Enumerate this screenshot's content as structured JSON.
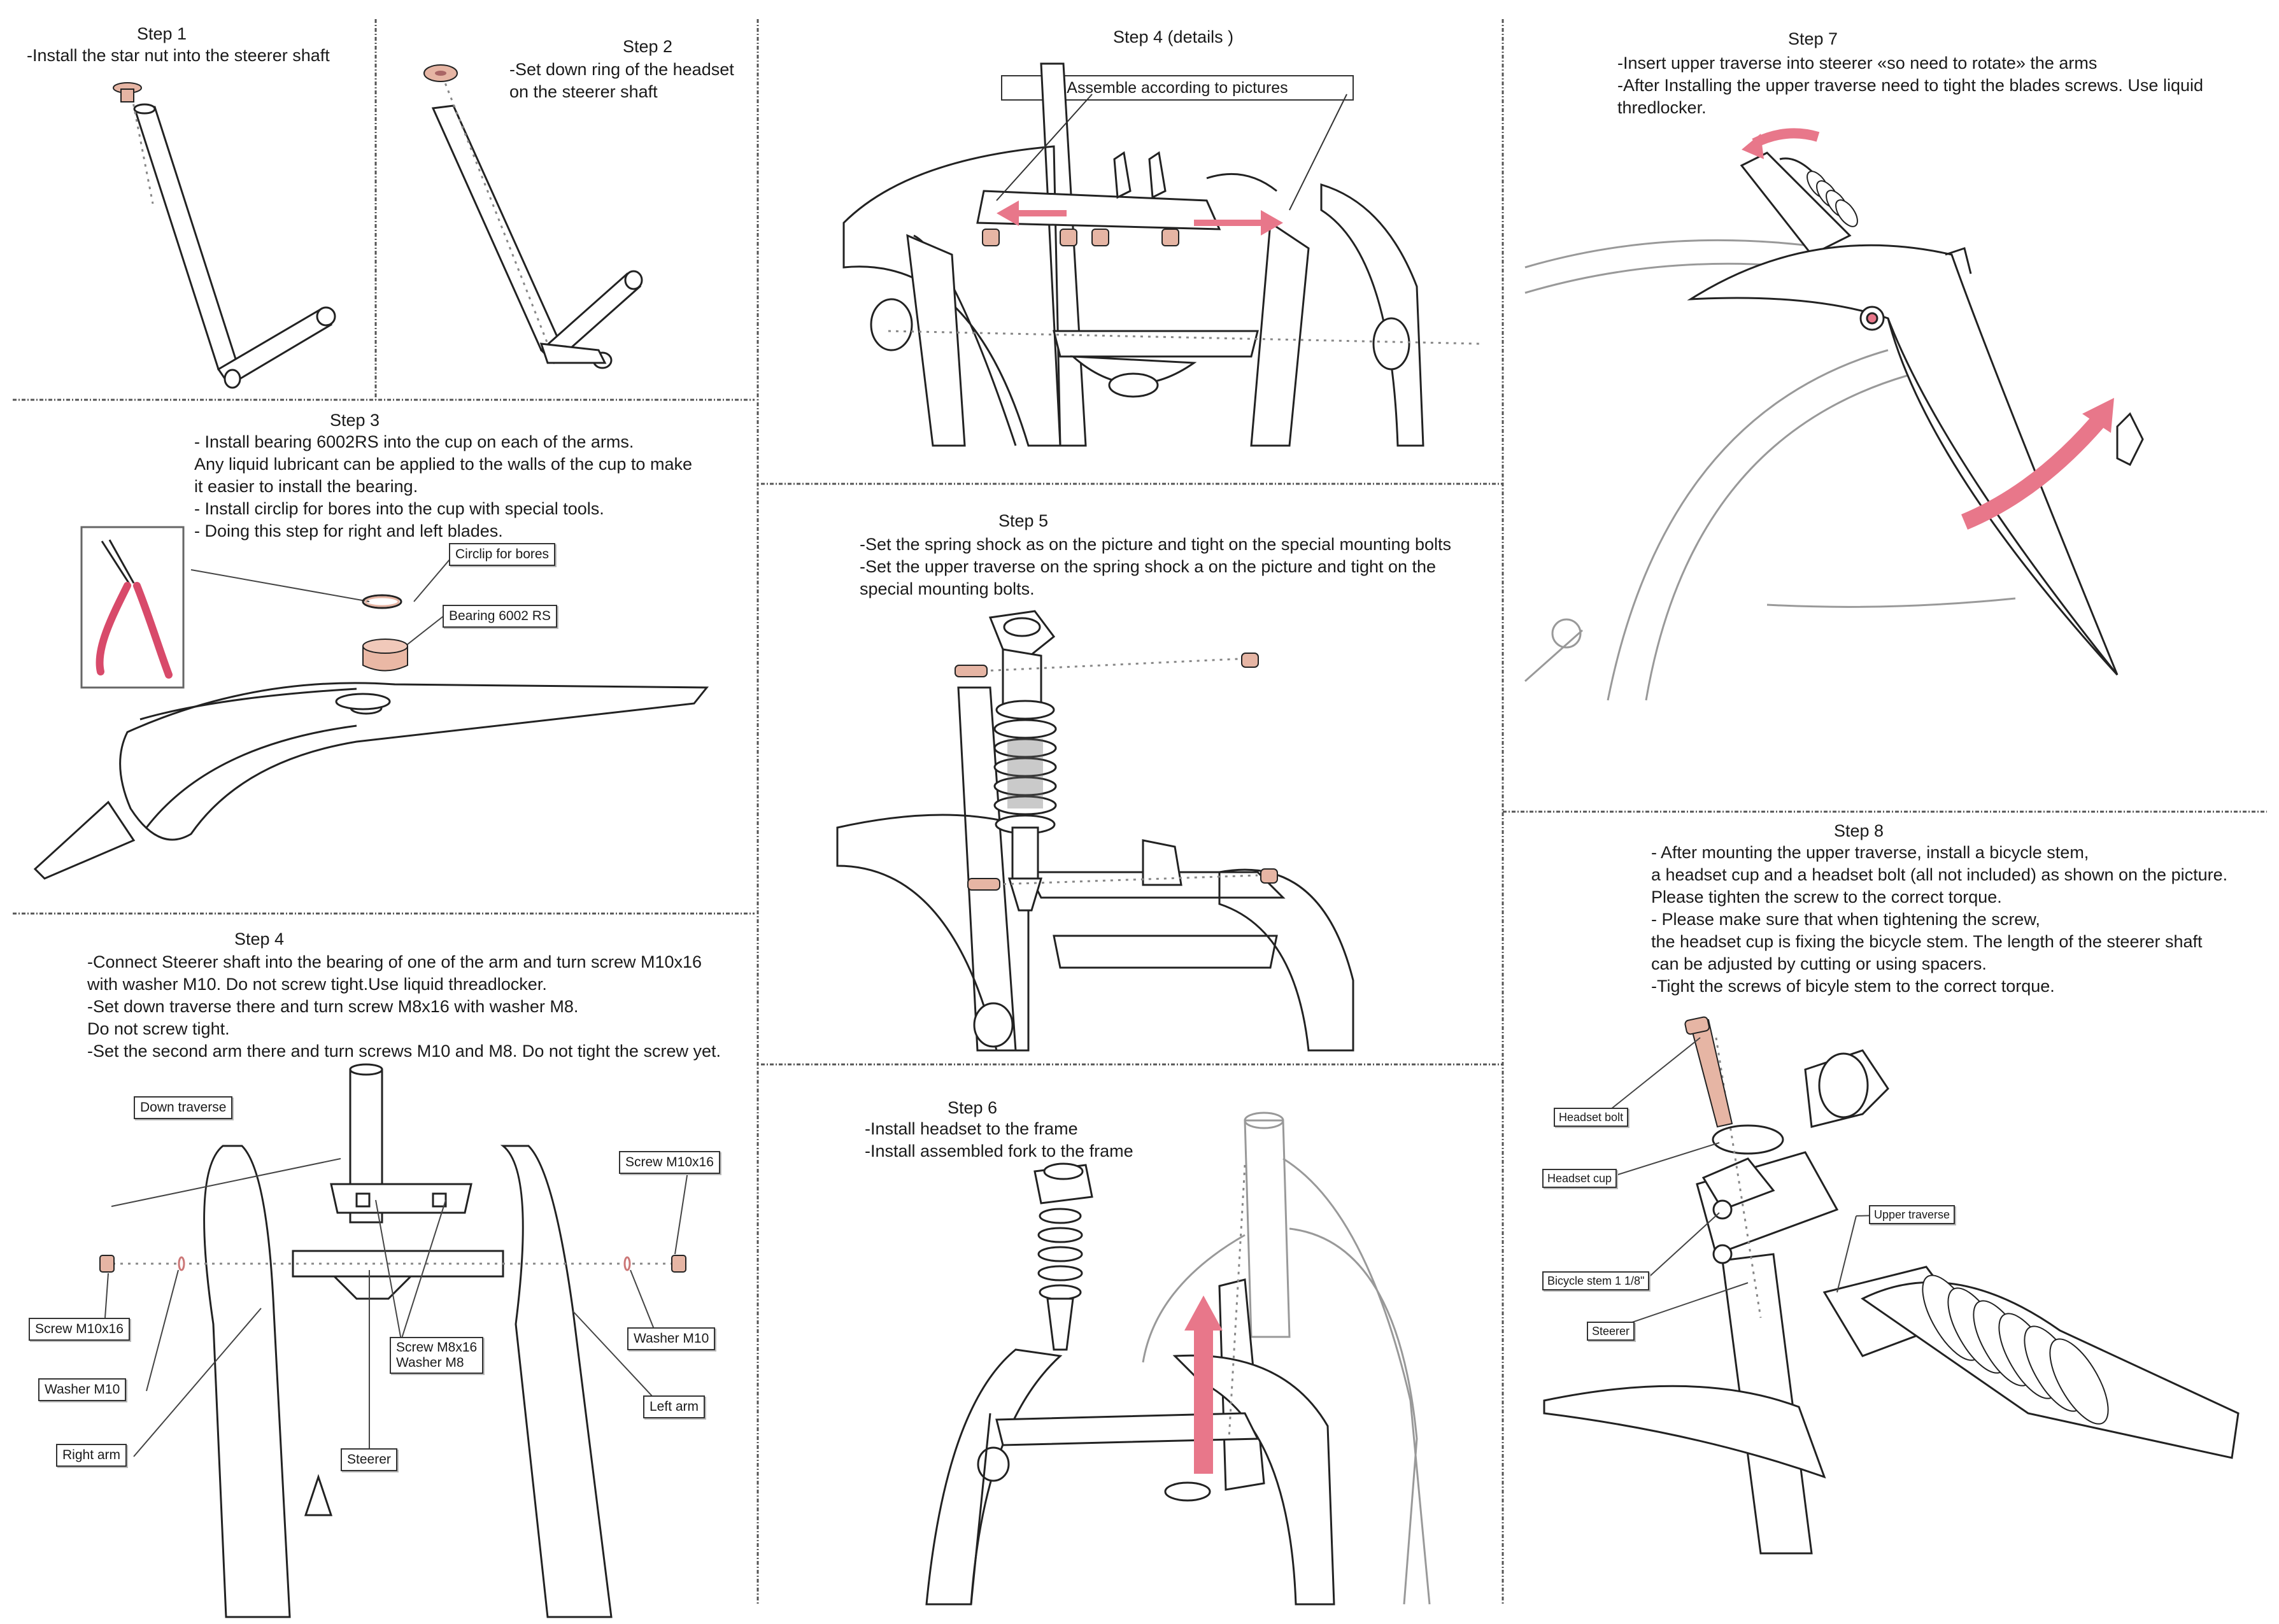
{
  "steps": {
    "s1": {
      "title": "Step 1",
      "lines": [
        "-Install the star nut into the steerer shaft"
      ]
    },
    "s2": {
      "title": "Step 2",
      "lines": [
        "-Set down ring of the headset",
        " on the steerer shaft"
      ]
    },
    "s3": {
      "title": "Step 3",
      "lines": [
        "- Install bearing 6002RS into the cup on each of the arms.",
        "Any liquid lubricant can be applied to the walls of the cup to make",
        "it easier to install the bearing.",
        "- Install circlip for bores into the cup with special tools.",
        "- Doing this step for right and left blades."
      ]
    },
    "s4": {
      "title": "Step 4",
      "lines": [
        "-Connect Steerer shaft into the bearing of one of the arm and turn screw M10x16",
        "with washer M10. Do not screw tight.Use liquid threadlocker.",
        "-Set down traverse there and turn screw M8x16 with washer M8.",
        "Do not screw tight.",
        "-Set the second arm there and turn screws M10 and M8. Do not tight the screw yet."
      ]
    },
    "s4d": {
      "title": "Step 4 (details )",
      "banner": "Assemble according to pictures"
    },
    "s5": {
      "title": "Step 5",
      "lines": [
        "-Set the spring shock as on the picture  and tight on the special mounting bolts",
        "-Set the upper traverse on the spring shock a on the picture and tight on  the",
        "special mounting bolts."
      ]
    },
    "s6": {
      "title": "Step 6",
      "lines": [
        "-Install headset to the frame",
        "-Install assembled fork to the frame"
      ]
    },
    "s7": {
      "title": "Step 7",
      "lines": [
        "-Insert upper traverse into steerer «so need to rotate» the arms",
        "-After Installing the upper traverse need to tight the blades screws. Use liquid",
        "thredlocker."
      ]
    },
    "s8": {
      "title": "Step 8",
      "lines": [
        " - After mounting the upper traverse, install a bicycle stem,",
        "a headset cup and a headset bolt (all not included) as shown on the picture.",
        "Please tighten the screw to the correct torque.",
        "- Please make sure that when tightening the screw,",
        "the headset cup is fixing the bicycle stem. The length of the steerer shaft",
        " can be adjusted by cutting or using spacers.",
        "-Tight the screws of bicyle stem to the correct torque."
      ]
    }
  },
  "labels": {
    "circlip": "Circlip for bores",
    "bearing": "Bearing 6002 RS",
    "down_traverse": "Down traverse",
    "screw_m10_right": "Screw M10x16",
    "screw_m10_left": "Screw M10x16",
    "washer_m10_right": "Washer M10",
    "washer_m10_left": "Washer M10",
    "right_arm": "Right  arm",
    "left_arm": "Left arm",
    "screw_m8": "Screw M8x16",
    "washer_m8": "Washer M8",
    "steerer_s4": "Steerer",
    "headset_bolt": "Headset bolt",
    "headset_cup": "Headset  cup",
    "bicycle_stem": "Bicycle stem 1 1/8\"",
    "steerer_s8": "Steerer",
    "upper_traverse": "Upper traverse"
  },
  "colors": {
    "accent": "#e8778a",
    "copper": "#e6b5a4",
    "ink": "#1a1a1a"
  }
}
